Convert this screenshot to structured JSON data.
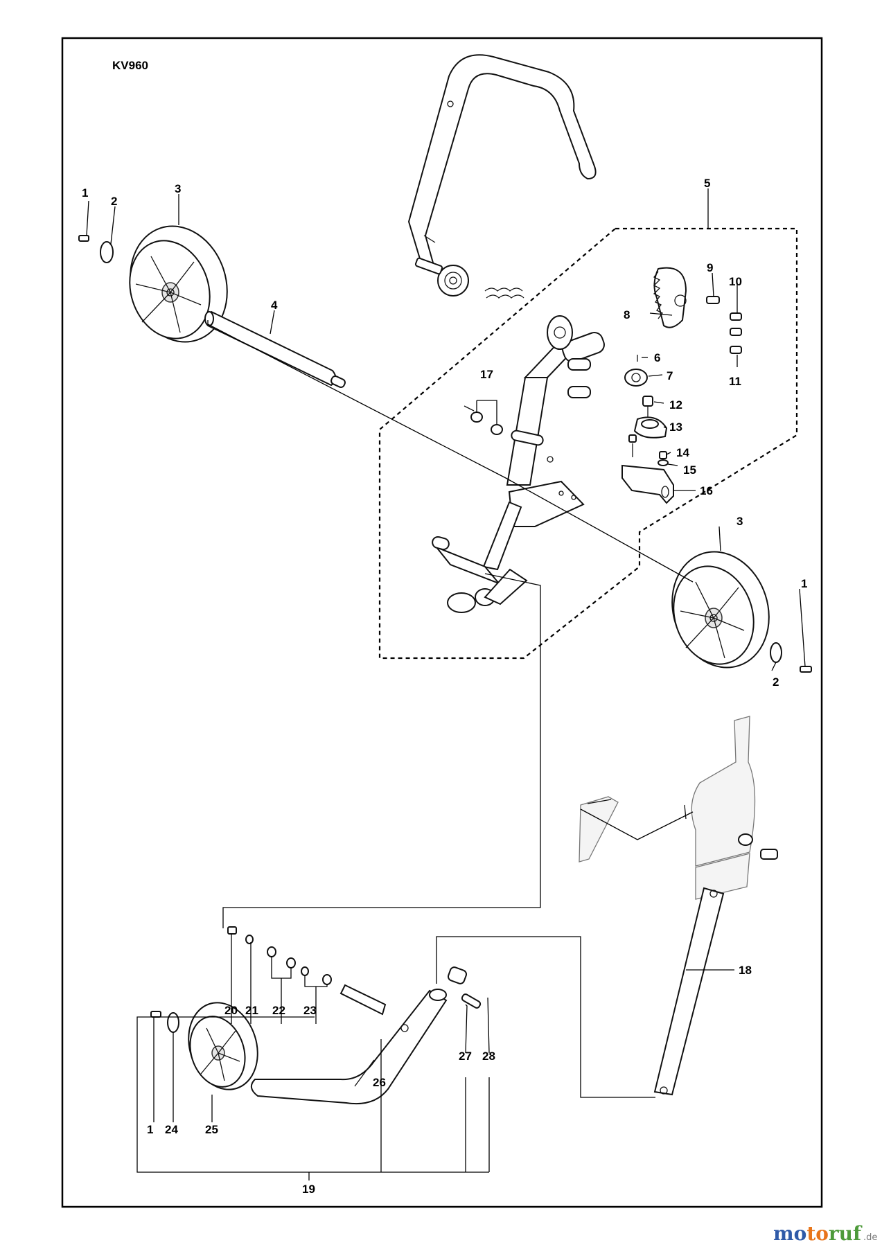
{
  "model": "KV960",
  "callouts": [
    "1",
    "2",
    "3",
    "4",
    "5",
    "6",
    "7",
    "8",
    "9",
    "10",
    "11",
    "12",
    "13",
    "14",
    "15",
    "16",
    "17",
    "18",
    "19",
    "20",
    "21",
    "22",
    "23",
    "24",
    "25",
    "26",
    "27",
    "28"
  ],
  "watermark": {
    "brand": "motoruf",
    "tld": ".de",
    "brand_colors": [
      "#2f5aa8",
      "#e8751a",
      "#4d9a3a"
    ]
  }
}
